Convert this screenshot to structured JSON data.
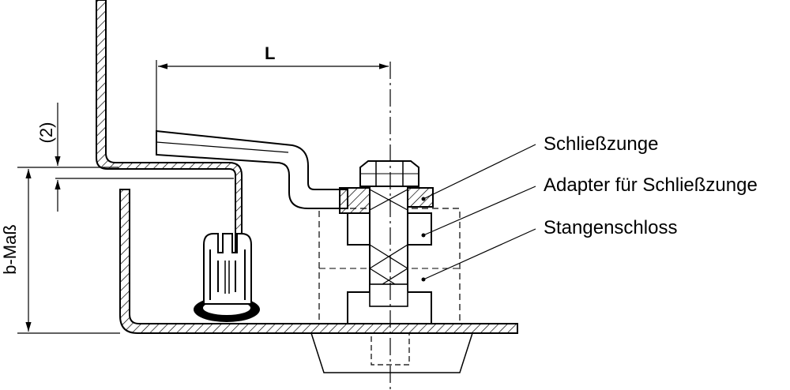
{
  "dimensions": {
    "length_label": "L",
    "offset_label": "(2)",
    "height_label": "b-Maß"
  },
  "callouts": {
    "tongue": "Schließzunge",
    "adapter": "Adapter für Schließzunge",
    "rod_lock": "Stangenschloss"
  },
  "colors": {
    "line": "#000000",
    "background": "#ffffff"
  }
}
